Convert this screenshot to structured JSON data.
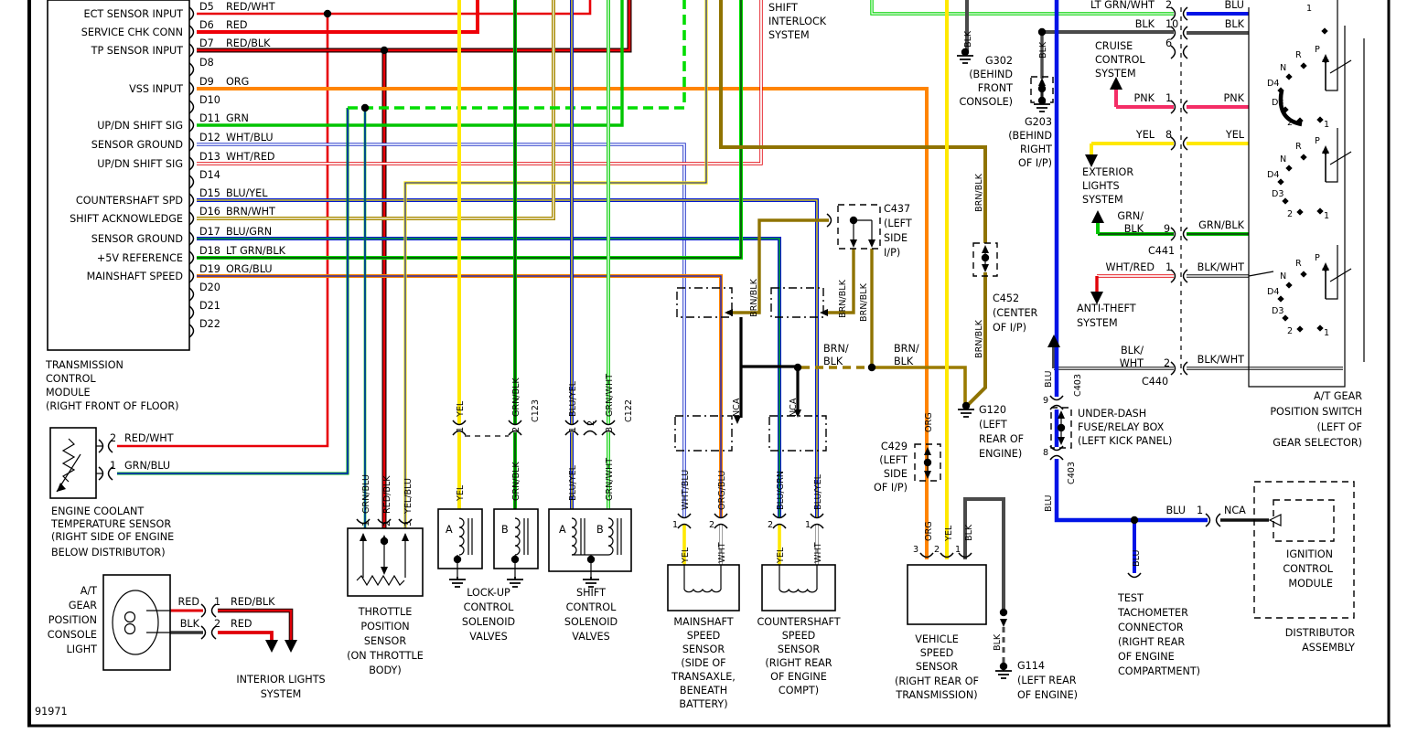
{
  "diagram_id": "91971",
  "colors": {
    "red": "#e80008",
    "dark_red": "#b00000",
    "orange": "#ff8400",
    "yellow": "#ffe800",
    "green": "#00c400",
    "lt_green": "#00dd00",
    "blue": "#0018d0",
    "pale_blue": "#e8ecff",
    "brown": "#8f7300",
    "olive": "#a88a00",
    "pink": "#f42d66",
    "gray": "#4a4a4a",
    "black": "#000000",
    "white": "#ffffff"
  },
  "tcm": {
    "name": [
      "TRANSMISSION",
      "CONTROL",
      "MODULE",
      "(RIGHT FRONT OF FLOOR)"
    ],
    "signals": [
      "ECT SENSOR INPUT",
      "SERVICE CHK CONN",
      "TP SENSOR INPUT",
      "VSS INPUT",
      "UP/DN SHIFT SIG",
      "SENSOR GROUND",
      "UP/DN SHIFT SIG",
      "COUNTERSHAFT SPD",
      "SHIFT ACKNOWLEDGE",
      "SENSOR GROUND",
      "+5V REFERENCE",
      "MAINSHAFT SPEED"
    ],
    "pins": [
      {
        "id": "D5",
        "wire": "RED/WHT"
      },
      {
        "id": "D6",
        "wire": "RED"
      },
      {
        "id": "D7",
        "wire": "RED/BLK"
      },
      {
        "id": "D8",
        "wire": ""
      },
      {
        "id": "D9",
        "wire": "ORG"
      },
      {
        "id": "D10",
        "wire": ""
      },
      {
        "id": "D11",
        "wire": "GRN"
      },
      {
        "id": "D12",
        "wire": "WHT/BLU"
      },
      {
        "id": "D13",
        "wire": "WHT/RED"
      },
      {
        "id": "D14",
        "wire": ""
      },
      {
        "id": "D15",
        "wire": "BLU/YEL"
      },
      {
        "id": "D16",
        "wire": "BRN/WHT"
      },
      {
        "id": "D17",
        "wire": "BLU/GRN"
      },
      {
        "id": "D18",
        "wire": "LT GRN/BLK"
      },
      {
        "id": "D19",
        "wire": "ORG/BLU"
      },
      {
        "id": "D20",
        "wire": ""
      },
      {
        "id": "D21",
        "wire": ""
      },
      {
        "id": "D22",
        "wire": ""
      }
    ]
  },
  "wire_labels": {
    "redwht": "RED/WHT",
    "red": "RED",
    "redblk": "RED/BLK",
    "org": "ORG",
    "grn": "GRN",
    "whtblu": "WHT/BLU",
    "whtred": "WHT/RED",
    "bluyel": "BLU/YEL",
    "brnwht": "BRN/WHT",
    "blugrn": "BLU/GRN",
    "ltgrnblk": "LT GRN/BLK",
    "orgblu": "ORG/BLU",
    "grnblu": "GRN/BLU",
    "yelblu": "YEL/BLU",
    "yel": "YEL",
    "wht": "WHT",
    "blk": "BLK",
    "blu": "BLU",
    "pnk": "PNK",
    "grnblk": "GRN/BLK",
    "grnwht": "GRN/WHT",
    "brnblk": "BRN/BLK",
    "ltgrnwht": "LT GRN/WHT",
    "blkwht": "BLK/WHT",
    "nca": "NCA",
    "brn_slash": "BRN/"
  },
  "nums": {
    "n1": "1",
    "n2": "2",
    "n3": "3",
    "n6": "6",
    "n8": "8",
    "n9": "9",
    "n10": "10"
  },
  "connectors": {
    "c123": "C123",
    "c122": "C122",
    "c437": "C437",
    "c452": "C452",
    "c429": "C429",
    "c441": "C441",
    "c440": "C440",
    "c403": "C403"
  },
  "c437_loc": [
    "C437",
    "(LEFT",
    "SIDE",
    "I/P)"
  ],
  "c452_loc": [
    "C452",
    "(CENTER",
    "OF I/P)"
  ],
  "c429_loc": [
    "C429",
    "(LEFT",
    "SIDE",
    "OF I/P)"
  ],
  "g302": {
    "id": "G302",
    "loc": [
      "(BEHIND",
      "FRONT",
      "CONSOLE)"
    ]
  },
  "g203": {
    "id": "G203",
    "loc": [
      "(BEHIND",
      "RIGHT",
      "OF I/P)"
    ]
  },
  "g120": {
    "id": "G120",
    "loc": [
      "(LEFT",
      "REAR OF",
      "ENGINE)"
    ]
  },
  "g114": {
    "id": "G114",
    "loc": [
      "(LEFT REAR",
      "OF ENGINE)"
    ]
  },
  "ect": {
    "label": [
      "ENGINE COOLANT",
      "TEMPERATURE SENSOR",
      "(RIGHT SIDE OF ENGINE",
      "BELOW DISTRIBUTOR)"
    ]
  },
  "console_light": {
    "label": [
      "A/T",
      "GEAR",
      "POSITION",
      "CONSOLE",
      "LIGHT"
    ],
    "in1": "RED",
    "out1": "RED/BLK",
    "in2": "BLK",
    "out2": "RED"
  },
  "tps": {
    "label": [
      "THROTTLE",
      "POSITION",
      "SENSOR",
      "(ON THROTTLE",
      "BODY)"
    ]
  },
  "lockup": {
    "a": "A",
    "b": "B",
    "label": [
      "LOCK-UP",
      "CONTROL",
      "SOLENOID",
      "VALVES"
    ]
  },
  "shift_sol": {
    "a": "A",
    "b": "B",
    "label": [
      "SHIFT",
      "CONTROL",
      "SOLENOID",
      "VALVES"
    ]
  },
  "mainshaft": {
    "label": [
      "MAINSHAFT",
      "SPEED",
      "SENSOR",
      "(SIDE OF",
      "TRANSAXLE,",
      "BENEATH",
      "BATTERY)"
    ]
  },
  "countershaft": {
    "label": [
      "COUNTERSHAFT",
      "SPEED",
      "SENSOR",
      "(RIGHT REAR",
      "OF ENGINE",
      "COMPT)"
    ]
  },
  "vss": {
    "label": [
      "VEHICLE",
      "SPEED",
      "SENSOR",
      "(RIGHT REAR OF",
      "TRANSMISSION)"
    ]
  },
  "fusebox": {
    "label": [
      "UNDER-DASH",
      "FUSE/RELAY BOX",
      "(LEFT KICK PANEL)"
    ]
  },
  "tach": {
    "label": [
      "TEST",
      "TACHOMETER",
      "CONNECTOR",
      "(RIGHT REAR",
      "OF ENGINE",
      "COMPARTMENT)"
    ]
  },
  "icm": {
    "label": [
      "IGNITION",
      "CONTROL",
      "MODULE"
    ]
  },
  "distributor": {
    "label": [
      "DISTRIBUTOR",
      "ASSEMBLY"
    ]
  },
  "systems": {
    "cruise": [
      "CRUISE",
      "CONTROL",
      "SYSTEM"
    ],
    "exterior": [
      "EXTERIOR",
      "LIGHTS",
      "SYSTEM"
    ],
    "antitheft": [
      "ANTI-THEFT",
      "SYSTEM"
    ],
    "interior": [
      "INTERIOR LIGHTS",
      "SYSTEM"
    ],
    "shift_interlock": [
      "SHIFT",
      "INTERLOCK",
      "SYSTEM"
    ]
  },
  "right_conn": {
    "rows": [
      {
        "left": "LT GRN/WHT",
        "pin": "2",
        "right": "BLU"
      },
      {
        "left": "BLK",
        "pin": "10",
        "right": "BLK"
      },
      {
        "left": "",
        "pin": "6",
        "right": ""
      },
      {
        "left": "PNK",
        "pin": "1",
        "right": "PNK"
      },
      {
        "left": "YEL",
        "pin": "8",
        "right": "YEL"
      },
      {
        "left": "GRN/",
        "left2": "BLK",
        "pin": "9",
        "right": "GRN/BLK"
      },
      {
        "left": "WHT/RED",
        "pin": "1",
        "right": "BLK/WHT"
      },
      {
        "left": "BLK/",
        "left2": "WHT",
        "pin": "2",
        "right": "BLK/WHT"
      }
    ]
  },
  "gear_switch": {
    "label": [
      "A/T GEAR",
      "POSITION SWITCH",
      "(LEFT OF",
      "GEAR SELECTOR)"
    ],
    "positions": {
      "p": "P",
      "r": "R",
      "n": "N",
      "d4": "D4",
      "d3": "D3",
      "two": "2",
      "one": "1"
    }
  }
}
